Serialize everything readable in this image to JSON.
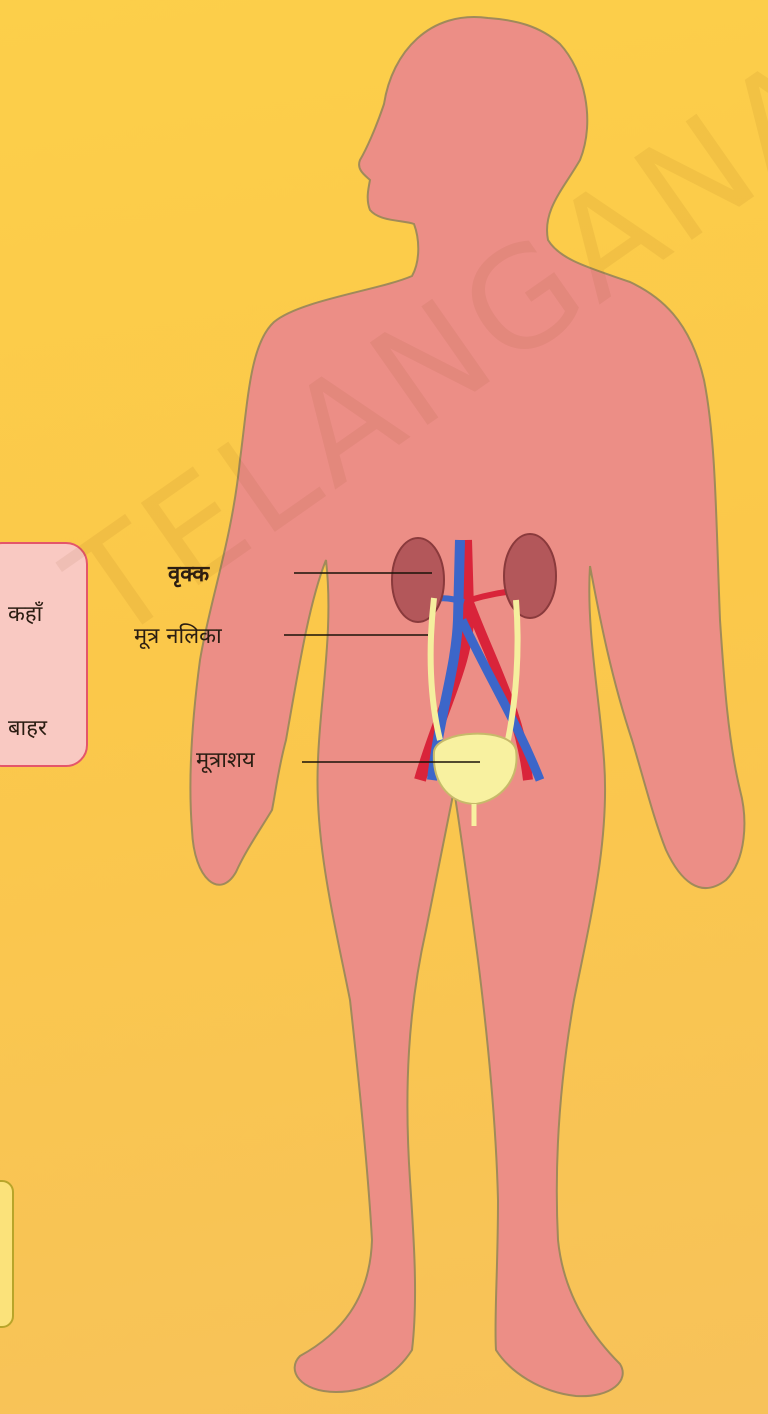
{
  "labels": {
    "kidney": "वृक्क",
    "ureter": "मूत्र नलिका",
    "bladder": "मूत्राशय"
  },
  "side_box": {
    "line1": "कहाँ",
    "line2": "बाहर"
  },
  "watermark": "TELANGANA",
  "colors": {
    "background": "#fccf4a",
    "body": "#ec8e86",
    "body_outline": "#a08a5a",
    "kidney": "#b3575a",
    "ureter": "#f5ef9e",
    "bladder": "#f8f1a0",
    "artery": "#d9243a",
    "vein": "#3c66c9"
  }
}
